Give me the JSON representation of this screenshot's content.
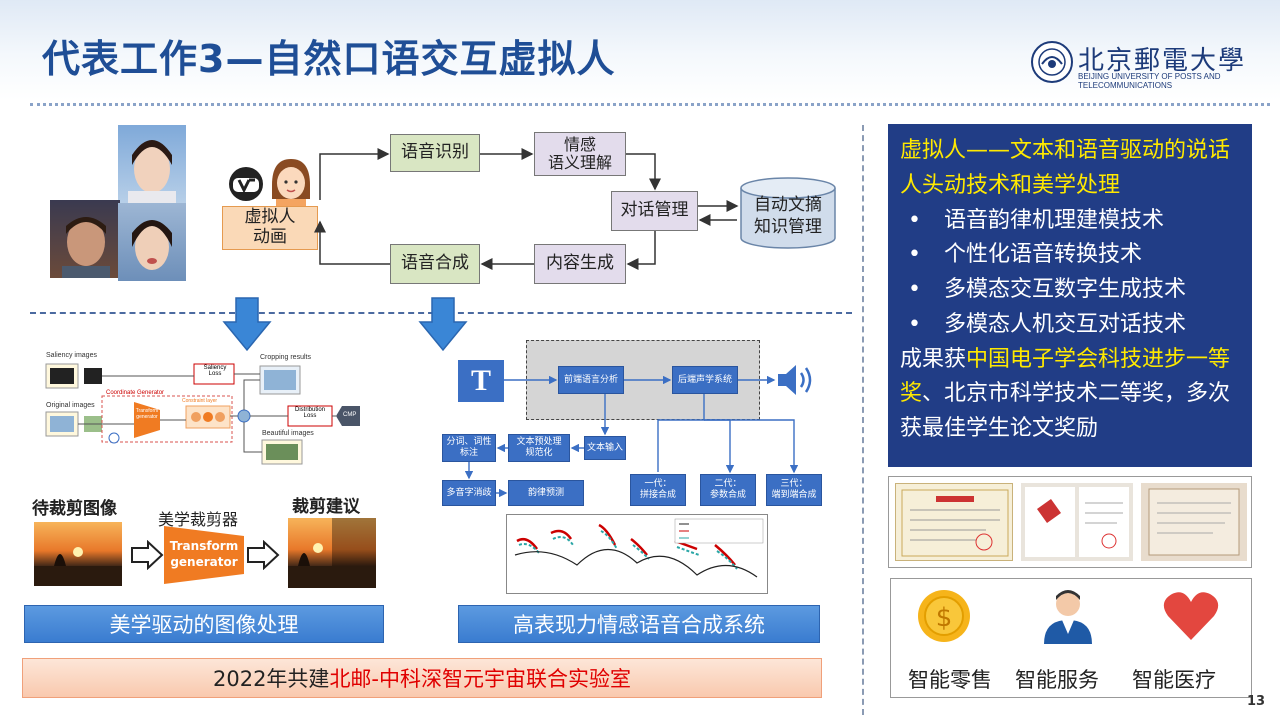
{
  "header": {
    "title": "代表工作3—自然口语交互虚拟人",
    "logo_text": "北京郵電大學",
    "logo_sub": "BEIJING UNIVERSITY OF POSTS AND TELECOMMUNICATIONS"
  },
  "flow": {
    "avatar_label": "虚拟人\n动画",
    "asr": "语音识别",
    "nlu": "情感\n语义理解",
    "dialog": "对话管理",
    "kb": "自动文摘\n知识管理",
    "tts": "语音合成",
    "nlg": "内容生成"
  },
  "aesthetic": {
    "saliency_images": "Saliency images",
    "saliency_loss": "Saliency\nLoss",
    "cropping_results": "Cropping results",
    "original_images": "Original images",
    "coordinate_generator": "Coordinate Generator",
    "transform_generator_small": "Transform\ngenerator",
    "constraint_layer": "Constraint layer",
    "distribution_loss": "Distribution\nLoss",
    "cmp": "CMP",
    "beautiful_images": "Beautiful images",
    "to_crop": "待裁剪图像",
    "cropper": "美学裁剪器",
    "transform_generator": "Transform\ngenerator",
    "crop_suggest": "裁剪建议",
    "caption": "美学驱动的图像处理"
  },
  "tts_system": {
    "t_icon": "T",
    "frontend": "前端语言分析",
    "backend": "后端声学系统",
    "text_input": "文本输入",
    "text_preproc": "文本预处理\n规范化",
    "segment": "分词、词性\n标注",
    "polyphone": "多音字消歧",
    "prosody": "韵律预测",
    "gen1": "一代：\n拼接合成",
    "gen2": "二代：\n参数合成",
    "gen3": "三代：\n端到端合成",
    "caption": "高表现力情感语音合成系统"
  },
  "lab": {
    "prefix": "2022年共建",
    "highlight": "北邮-中科深智元宇宙联合实验室"
  },
  "summary": {
    "title": "虚拟人——文本和语音驱动的说话人头动技术和美学处理",
    "bullets": [
      "语音韵律机理建模技术",
      "个性化语音转换技术",
      "多模态交互数字生成技术",
      "多模态人机交互对话技术"
    ],
    "bullet_symbol": "•",
    "award_prefix": "成果获",
    "award_highlight": "中国电子学会科技进步一等奖",
    "award_suffix": "、北京市科学技术二等奖，多次获最佳学生论文奖励"
  },
  "applications": [
    "智能零售",
    "智能服务",
    "智能医疗"
  ],
  "page_number": "13",
  "colors": {
    "title": "#1f4e96",
    "panel": "#213d86",
    "highlight_yellow": "#ffe900",
    "highlight_red": "#e00000",
    "caption_blue": "#3a7cd0"
  }
}
